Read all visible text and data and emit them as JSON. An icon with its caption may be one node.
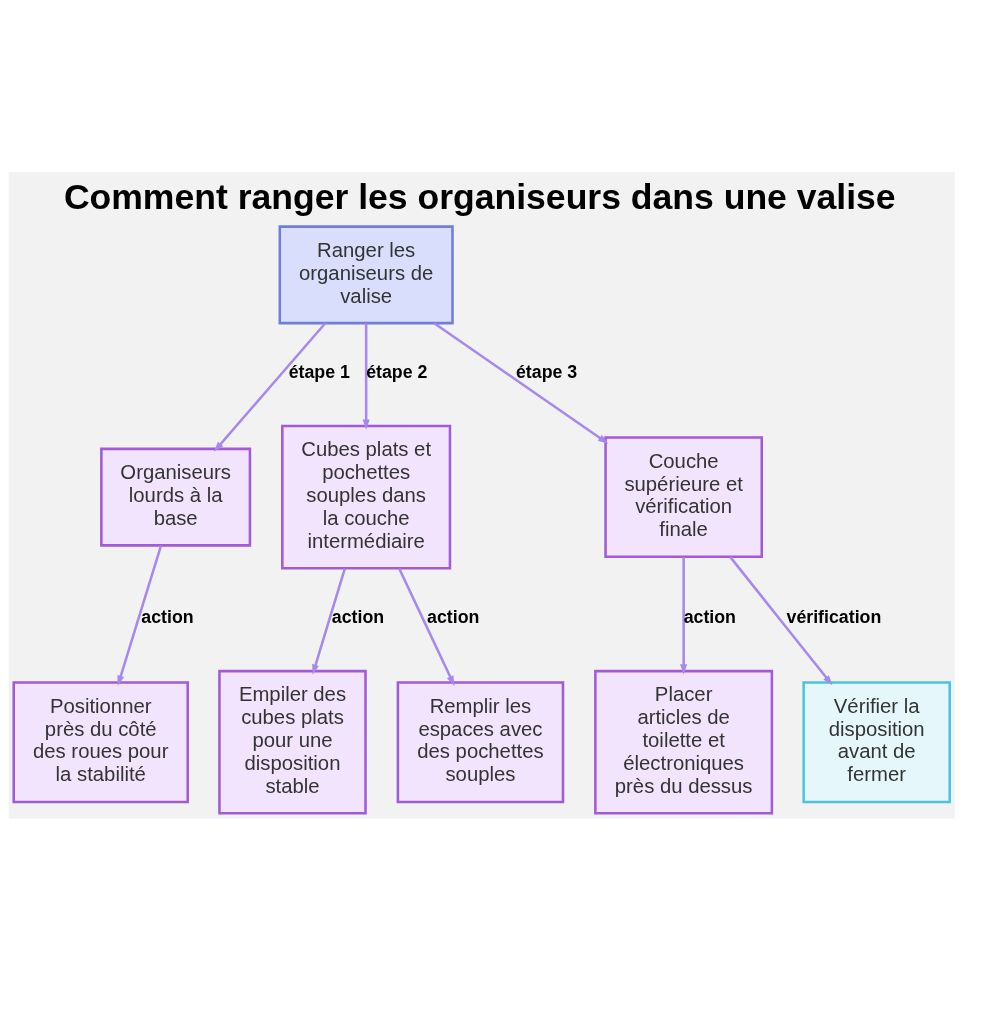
{
  "diagram": {
    "title": "Comment ranger les organiseurs dans une valise",
    "nodes": [
      {
        "text": [
          "Ranger les organiseurs de valise"
        ]
      },
      {
        "text": [
          "Organiseurs lourds à la base"
        ]
      },
      {
        "text": [
          "Cubes plats et pochettes souples dans la couche intermédiaire"
        ]
      },
      {
        "text": [
          "Couche supérieure et vérification finale"
        ]
      },
      {
        "text": [
          "Positionner près du côté des roues pour la stabilité"
        ]
      },
      {
        "text": [
          "Empiler des cubes plats pour une disposition stable"
        ]
      },
      {
        "text": [
          "Remplir les espaces avec des pochettes souples"
        ]
      },
      {
        "text": [
          "Placer articles de toilette et électroniques près du dessus"
        ]
      },
      {
        "text": [
          "Vérifier la disposition avant de fermer"
        ]
      }
    ],
    "edges": [
      {
        "from": 0,
        "to": 1,
        "arrow": "to",
        "label": "étape 1"
      },
      {
        "from": 0,
        "to": 2,
        "arrow": "to",
        "label": "étape 2"
      },
      {
        "from": 0,
        "to": 3,
        "arrow": "to",
        "label": "étape 3"
      },
      {
        "from": 1,
        "to": 4,
        "arrow": "to",
        "label": "action"
      },
      {
        "from": 2,
        "to": 5,
        "arrow": "to",
        "label": "action"
      },
      {
        "from": 2,
        "to": 6,
        "arrow": "to",
        "label": "action"
      },
      {
        "from": 3,
        "to": 7,
        "arrow": "to",
        "label": "action"
      },
      {
        "from": 3,
        "to": 8,
        "arrow": "to",
        "label": "vérification"
      }
    ]
  }
}
